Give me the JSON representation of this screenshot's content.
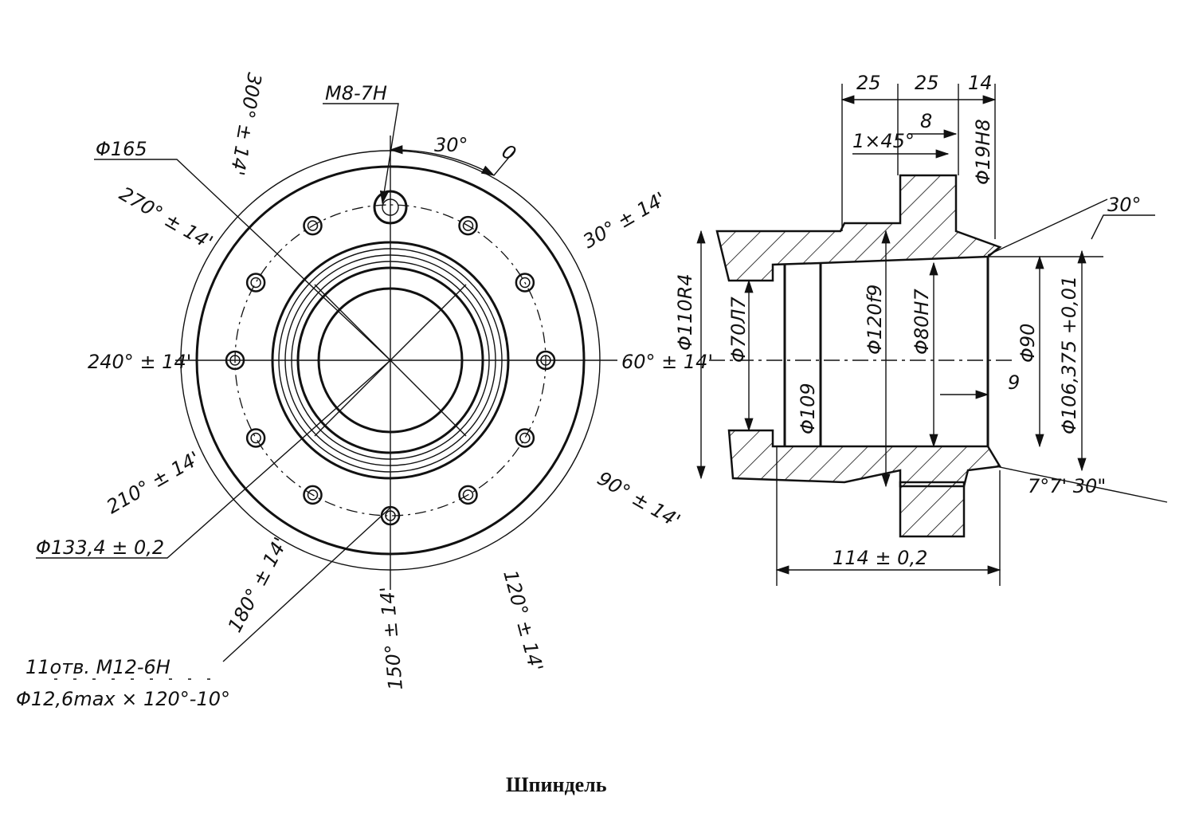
{
  "caption": "Шпиндель",
  "front_view": {
    "labels": {
      "thread_top": "M8-7H",
      "dia_outer": "Φ165",
      "dia_bolt_circle": "Φ133,4 ± 0,2",
      "angle_30": "30°",
      "zero": "0",
      "a300": "300° ± 14'",
      "a270": "270° ± 14'",
      "a240": "240° ± 14'",
      "a210": "210° ± 14'",
      "a180": "180° ± 14'",
      "a150": "150° ± 14'",
      "a120": "120° ± 14'",
      "a90": "90° ± 14'",
      "a60": "60° ± 14'",
      "a30": "30° ± 14'",
      "holes_note_1": "11отв. M12-6H",
      "holes_note_2": "Φ12,6max × 120°-10°"
    }
  },
  "section_view": {
    "labels": {
      "d25a": "25",
      "d25b": "25",
      "d14": "14",
      "d8": "8",
      "chamfer": "1×45°",
      "d19": "Φ19H8",
      "angle30": "30°",
      "r110": "Φ110R4",
      "d7047": "Φ70Л7",
      "d120": "Φ120f9",
      "d80": "Φ80H7",
      "d109": "Φ109",
      "d90": "Φ90",
      "d9": "9",
      "d106": "Φ106,375 +0,01",
      "taper": "7°7' 30\"",
      "len114": "114 ± 0,2"
    }
  }
}
